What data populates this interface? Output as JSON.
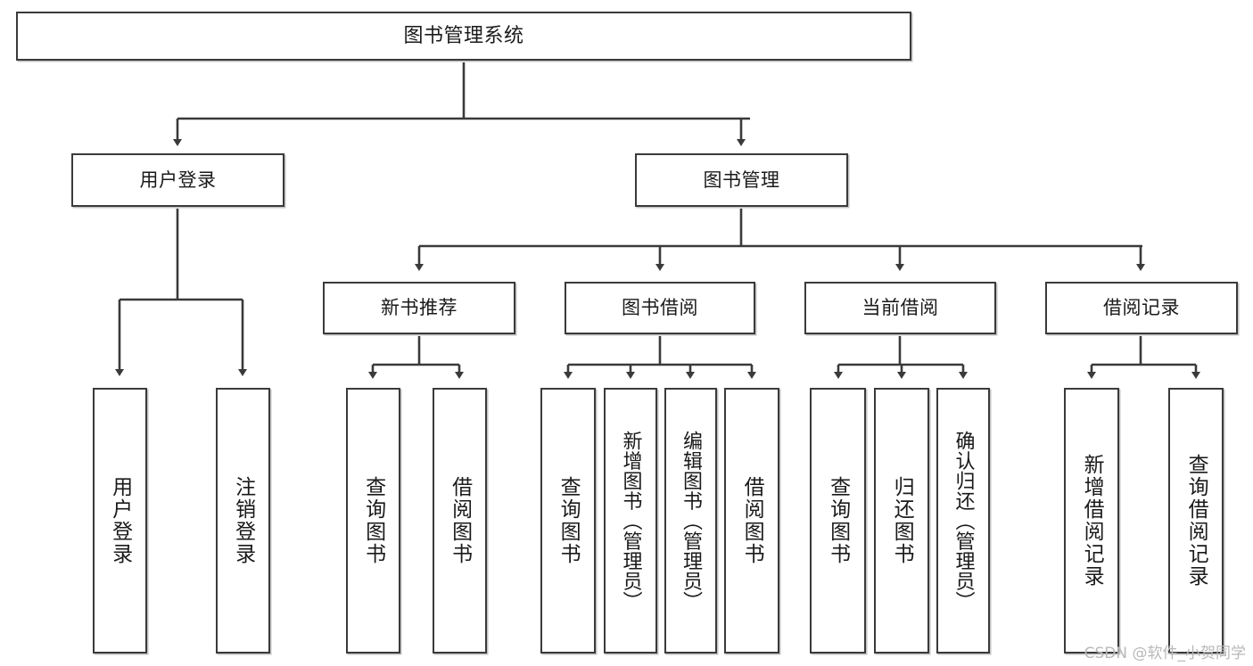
{
  "diagram": {
    "title": "图书管理系统",
    "type": "tree",
    "watermark": "CSDN @软件_小贺同学",
    "colors": {
      "node_border": "#3a3a3a",
      "node_fill": "#ffffff",
      "link": "#3a3a3a",
      "text": "#1a1a1a",
      "watermark": "#b9b9b9"
    }
  },
  "nodes": {
    "root": {
      "label": "图书管理系统"
    },
    "level1": [
      {
        "label": "用户登录"
      },
      {
        "label": "图书管理"
      }
    ],
    "level2": [
      {
        "label": "新书推荐"
      },
      {
        "label": "图书借阅"
      },
      {
        "label": "当前借阅"
      },
      {
        "label": "借阅记录"
      }
    ],
    "leaves": {
      "user_login": [
        {
          "label": "用户登录"
        },
        {
          "label": "注销登录"
        }
      ],
      "new_book_rec": [
        {
          "label": "查询图书"
        },
        {
          "label": "借阅图书"
        }
      ],
      "book_borrow": [
        {
          "label": "查询图书"
        },
        {
          "label": "新增图书（管理员）"
        },
        {
          "label": "编辑图书（管理员）"
        },
        {
          "label": "借阅图书"
        }
      ],
      "current_borrow": [
        {
          "label": "查询图书"
        },
        {
          "label": "归还图书"
        },
        {
          "label": "确认归还（管理员）"
        }
      ],
      "borrow_record": [
        {
          "label": "新增借阅记录"
        },
        {
          "label": "查询借阅记录"
        }
      ]
    }
  }
}
